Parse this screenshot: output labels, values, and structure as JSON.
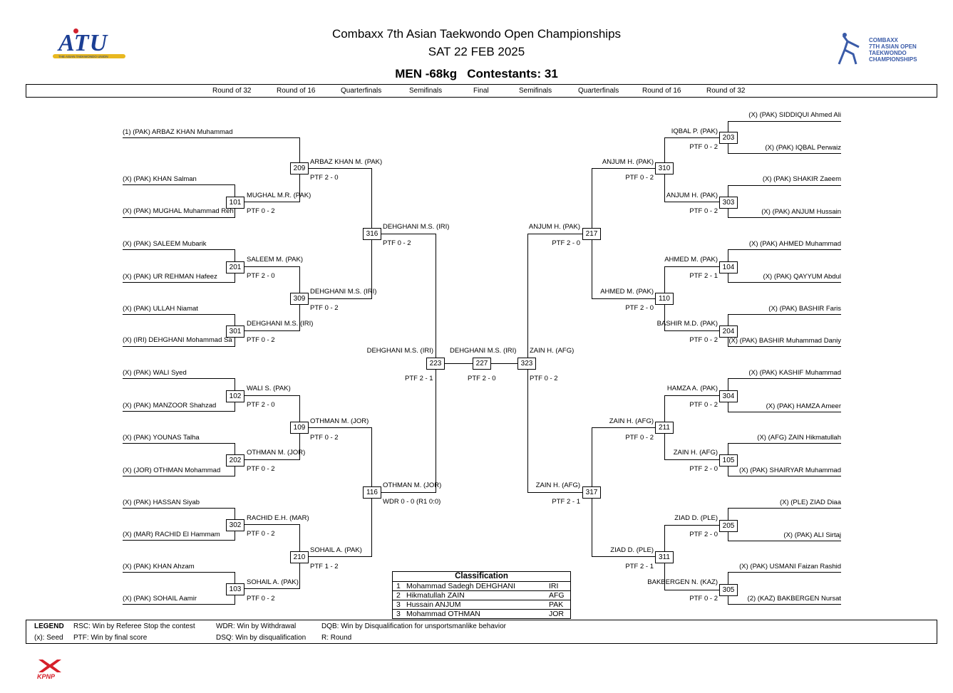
{
  "header": {
    "title": "Combaxx 7th Asian Taekwondo Open Championships",
    "date": "SAT 22 FEB 2025",
    "category": "MEN -68kg   Contestants: 31",
    "logo_left_text": "ATU",
    "logo_left_sub": "THE ASIAN TAEKWONDO UNION",
    "logo_right_lines": [
      "COMBAXX",
      "7TH ASIAN OPEN",
      "TAEKWONDO",
      "CHAMPIONSHIPS"
    ]
  },
  "rounds": [
    "Round of 32",
    "Round of 16",
    "Quarterfinals",
    "Semifinals",
    "Final",
    "Semifinals",
    "Quarterfinals",
    "Round of 16",
    "Round of 32"
  ],
  "left_players": [
    "(1) (PAK) ARBAZ KHAN Muhammad",
    "(X) (PAK) KHAN Salman",
    "(X) (PAK) MUGHAL Muhammad Reh",
    "(X) (PAK) SALEEM Mubarik",
    "(X) (PAK) UR REHMAN Hafeez",
    "(X) (PAK) ULLAH Niamat",
    "(X) (IRI) DEHGHANI Mohammad Sa",
    "(X) (PAK) WALI Syed",
    "(X) (PAK) MANZOOR Shahzad",
    "(X) (PAK) YOUNAS Talha",
    "(X) (JOR) OTHMAN Mohammad",
    "(X) (PAK) HASSAN Siyab",
    "(X) (MAR) RACHID El Hammam",
    "(X) (PAK) KHAN Ahzam",
    "(X) (PAK) SOHAIL Aamir"
  ],
  "right_players": [
    "(X) (PAK) SIDDIQUI Ahmed Ali",
    "(X) (PAK) IQBAL Perwaiz",
    "(X) (PAK) SHAKIR Zaeem",
    "(X) (PAK) ANJUM Hussain",
    "(X) (PAK) AHMED Muhammad",
    "(X) (PAK) QAYYUM Abdul",
    "(X) (PAK) BASHIR Faris",
    "(X) (PAK) BASHIR Muhammad Daniy",
    "(X) (PAK) KASHIF Muhammad",
    "(X) (PAK) HAMZA Ameer",
    "(X) (AFG) ZAIN Hikmatullah",
    "(X) (PAK) SHAIRYAR Muhammad",
    "(X) (PLE) ZIAD Diaa",
    "(X) (PAK) ALI Sirtaj",
    "(X) (PAK) USMANI Faizan Rashid",
    "(2) (KAZ) BAKBERGEN Nursat"
  ],
  "left_matches": [
    {
      "no": "101",
      "winner": "MUGHAL M.R. (PAK)",
      "score": "PTF 0 - 2"
    },
    {
      "no": "201",
      "winner": "SALEEM M. (PAK)",
      "score": "PTF 2 - 0"
    },
    {
      "no": "301",
      "winner": "DEHGHANI M.S. (IRI)",
      "score": "PTF 0 - 2"
    },
    {
      "no": "102",
      "winner": "WALI S. (PAK)",
      "score": "PTF 2 - 0"
    },
    {
      "no": "202",
      "winner": "OTHMAN M. (JOR)",
      "score": "PTF 0 - 2"
    },
    {
      "no": "302",
      "winner": "RACHID E.H. (MAR)",
      "score": "PTF 0 - 2"
    },
    {
      "no": "103",
      "winner": "SOHAIL A. (PAK)",
      "score": "PTF 0 - 2"
    },
    {
      "no": "209",
      "winner": "ARBAZ KHAN M. (PAK)",
      "score": "PTF 2 - 0"
    },
    {
      "no": "309",
      "winner": "DEHGHANI M.S. (IRI)",
      "score": "PTF 0 - 2"
    },
    {
      "no": "109",
      "winner": "OTHMAN M. (JOR)",
      "score": "PTF 0 - 2"
    },
    {
      "no": "210",
      "winner": "SOHAIL A. (PAK)",
      "score": "PTF 1 - 2"
    },
    {
      "no": "316",
      "winner": "DEHGHANI M.S. (IRI)",
      "score": "PTF 0 - 2"
    },
    {
      "no": "116",
      "winner": "OTHMAN M. (JOR)",
      "score": "WDR 0 - 0 (R1 0:0)"
    },
    {
      "no": "223",
      "winner": "DEHGHANI M.S. (IRI)",
      "score": "PTF 2 - 1"
    }
  ],
  "right_matches": [
    {
      "no": "203",
      "winner": "IQBAL P. (PAK)",
      "score": "PTF 0 - 2"
    },
    {
      "no": "303",
      "winner": "ANJUM H. (PAK)",
      "score": "PTF 0 - 2"
    },
    {
      "no": "104",
      "winner": "AHMED M. (PAK)",
      "score": "PTF 2 - 1"
    },
    {
      "no": "204",
      "winner": "BASHIR M.D. (PAK)",
      "score": "PTF 0 - 2"
    },
    {
      "no": "304",
      "winner": "HAMZA A. (PAK)",
      "score": "PTF 0 - 2"
    },
    {
      "no": "105",
      "winner": "ZAIN H. (AFG)",
      "score": "PTF 2 - 0"
    },
    {
      "no": "205",
      "winner": "ZIAD D. (PLE)",
      "score": "PTF 2 - 0"
    },
    {
      "no": "305",
      "winner": "BAKBERGEN N. (KAZ)",
      "score": "PTF 0 - 2"
    },
    {
      "no": "310",
      "winner": "ANJUM H. (PAK)",
      "score": "PTF 0 - 2"
    },
    {
      "no": "110",
      "winner": "AHMED M. (PAK)",
      "score": "PTF 2 - 0"
    },
    {
      "no": "211",
      "winner": "ZAIN H. (AFG)",
      "score": "PTF 0 - 2"
    },
    {
      "no": "311",
      "winner": "ZIAD D. (PLE)",
      "score": "PTF 2 - 1"
    },
    {
      "no": "217",
      "winner": "ANJUM H. (PAK)",
      "score": "PTF 2 - 0"
    },
    {
      "no": "317",
      "winner": "ZAIN H. (AFG)",
      "score": "PTF 2 - 1"
    },
    {
      "no": "323",
      "winner": "ZAIN H. (AFG)",
      "score": "PTF 0 - 2"
    }
  ],
  "final": {
    "no": "227",
    "winner": "DEHGHANI M.S. (IRI)",
    "score": "PTF 2 - 0"
  },
  "classification": {
    "title": "Classification",
    "rows": [
      {
        "rank": "1",
        "name": "Mohammad Sadegh DEHGHANI",
        "noc": "IRI"
      },
      {
        "rank": "2",
        "name": "Hikmatullah ZAIN",
        "noc": "AFG"
      },
      {
        "rank": "3",
        "name": "Hussain ANJUM",
        "noc": "PAK"
      },
      {
        "rank": "3",
        "name": "Mohammad OTHMAN",
        "noc": "JOR"
      }
    ]
  },
  "legend": {
    "label": "LEGEND",
    "seed": "(x): Seed",
    "rsc": "RSC: Win by Referee Stop the contest",
    "ptf": "PTF: Win by final score",
    "wdr": "WDR: Win by Withdrawal",
    "dsq": "DSQ: Win by disqualification",
    "dqb": "DQB: Win by Disqualification for unsportsmanlike behavior",
    "r": "R: Round"
  },
  "footer_logo": "KPNP",
  "colors": {
    "atu_blue": "#1c3f94",
    "atu_red": "#d0202e",
    "atu_gold": "#e8b820",
    "kpnp_red": "#d6202a",
    "combaxx_blue": "#3a5ba8"
  }
}
